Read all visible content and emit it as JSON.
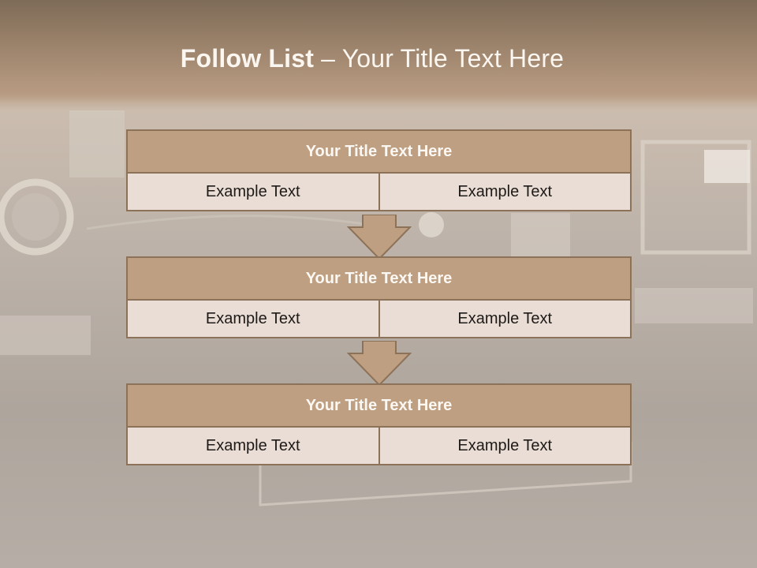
{
  "slide": {
    "title_bold": "Follow List",
    "title_rest": " – Your Title Text Here"
  },
  "blocks": [
    {
      "title": "Your Title Text Here",
      "cells": [
        "Example Text",
        "Example Text"
      ]
    },
    {
      "title": "Your Title Text Here",
      "cells": [
        "Example Text",
        "Example Text"
      ]
    },
    {
      "title": "Your Title Text Here",
      "cells": [
        "Example Text",
        "Example Text"
      ]
    }
  ],
  "colors": {
    "header_fill": "#bf9f82",
    "border": "#8c7259",
    "cell_fill": "#e9ddd5",
    "arrow_fill": "#bf9f82"
  }
}
